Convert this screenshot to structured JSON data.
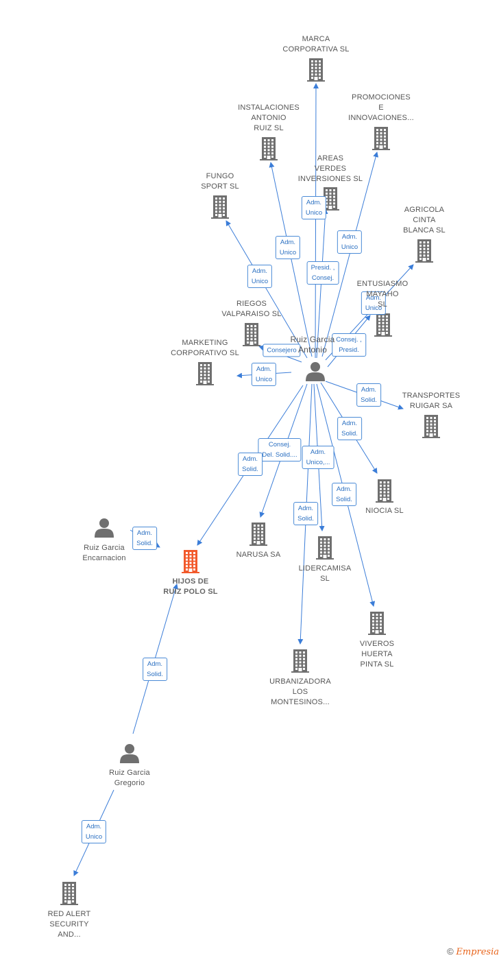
{
  "colors": {
    "edge": "#3b7dd8",
    "building": "#6f6f6f",
    "building_target": "#f25a2c",
    "person": "#6f6f6f"
  },
  "nodes": [
    {
      "id": "marca",
      "type": "company",
      "label_lines": [
        "MARCA",
        "CORPORATIVA SL"
      ]
    },
    {
      "id": "promociones",
      "type": "company",
      "label_lines": [
        "PROMOCIONES",
        "E",
        "INNOVACIONES..."
      ]
    },
    {
      "id": "instalaciones",
      "type": "company",
      "label_lines": [
        "INSTALACIONES",
        "ANTONIO",
        "RUIZ SL"
      ]
    },
    {
      "id": "areas",
      "type": "company",
      "label_lines": [
        "AREAS",
        "VERDES",
        "INVERSIONES SL"
      ]
    },
    {
      "id": "fungo",
      "type": "company",
      "label_lines": [
        "FUNGO",
        "SPORT SL"
      ]
    },
    {
      "id": "agricola",
      "type": "company",
      "label_lines": [
        "AGRICOLA",
        "CINTA",
        "BLANCA SL"
      ]
    },
    {
      "id": "entusiasmo",
      "type": "company",
      "label_lines": [
        "ENTUSIASMO",
        "MAYAHO",
        "SL"
      ]
    },
    {
      "id": "riegos",
      "type": "company",
      "label_lines": [
        "RIEGOS",
        "VALPARAISO SL"
      ]
    },
    {
      "id": "marketing",
      "type": "company",
      "label_lines": [
        "MARKETING",
        "CORPORATIVO SL"
      ]
    },
    {
      "id": "center",
      "type": "person",
      "label_lines": [
        "Ruiz Garcia",
        "Antonio"
      ]
    },
    {
      "id": "transportes",
      "type": "company",
      "label_lines": [
        "TRANSPORTES",
        "RUIGAR SA"
      ]
    },
    {
      "id": "niocia",
      "type": "company",
      "label_lines": [
        "NIOCIA SL"
      ]
    },
    {
      "id": "narusa",
      "type": "company",
      "label_lines": [
        "NARUSA SA"
      ]
    },
    {
      "id": "lidercamisa",
      "type": "company",
      "label_lines": [
        "LIDERCAMISA",
        "SL"
      ]
    },
    {
      "id": "viveros",
      "type": "company",
      "label_lines": [
        "VIVEROS",
        "HUERTA",
        "PINTA SL"
      ]
    },
    {
      "id": "urbanizadora",
      "type": "company",
      "label_lines": [
        "URBANIZADORA",
        "LOS",
        "MONTESINOS..."
      ]
    },
    {
      "id": "hijos",
      "type": "company-target",
      "label_lines": [
        "HIJOS DE",
        "RUIZ POLO SL"
      ]
    },
    {
      "id": "encarnacion",
      "type": "person",
      "label_lines": [
        "Ruiz Garcia",
        "Encarnacion"
      ]
    },
    {
      "id": "gregorio",
      "type": "person",
      "label_lines": [
        "Ruiz Garcia",
        "Gregorio"
      ]
    },
    {
      "id": "redalert",
      "type": "company",
      "label_lines": [
        "RED ALERT",
        "SECURITY",
        "AND..."
      ]
    }
  ],
  "edges": [
    {
      "from": "center",
      "to": "marca",
      "label_lines": [
        "Adm.",
        "Unico"
      ]
    },
    {
      "from": "center",
      "to": "promociones",
      "label_lines": [
        "Adm.",
        "Unico"
      ]
    },
    {
      "from": "center",
      "to": "instalaciones",
      "label_lines": [
        "Adm.",
        "Unico"
      ]
    },
    {
      "from": "center",
      "to": "areas",
      "label_lines": [
        "Presid. ,",
        "Consej."
      ]
    },
    {
      "from": "center",
      "to": "fungo",
      "label_lines": [
        "Adm.",
        "Unico"
      ]
    },
    {
      "from": "center",
      "to": "agricola",
      "label_lines": [
        "Adm.",
        "Unico"
      ]
    },
    {
      "from": "center",
      "to": "entusiasmo",
      "label_lines": [
        "Consej. ,",
        "Presid."
      ]
    },
    {
      "from": "center",
      "to": "riegos",
      "label_lines": [
        "Consejero"
      ]
    },
    {
      "from": "center",
      "to": "marketing",
      "label_lines": [
        "Adm.",
        "Unico"
      ]
    },
    {
      "from": "center",
      "to": "transportes",
      "label_lines": [
        "Adm.",
        "Solid."
      ]
    },
    {
      "from": "center",
      "to": "niocia",
      "label_lines": [
        "Adm.",
        "Solid."
      ]
    },
    {
      "from": "center",
      "to": "narusa",
      "label_lines": [
        "Consej.",
        "Del. Solid...."
      ]
    },
    {
      "from": "center",
      "to": "lidercamisa",
      "label_lines": [
        "Adm.",
        "Unico,..."
      ]
    },
    {
      "from": "center",
      "to": "viveros",
      "label_lines": [
        "Adm.",
        "Solid."
      ]
    },
    {
      "from": "center",
      "to": "urbanizadora",
      "label_lines": [
        "Adm.",
        "Solid."
      ]
    },
    {
      "from": "center",
      "to": "hijos",
      "label_lines": [
        "Adm.",
        "Solid."
      ]
    },
    {
      "from": "encarnacion",
      "to": "hijos",
      "label_lines": [
        "Adm.",
        "Solid."
      ]
    },
    {
      "from": "gregorio",
      "to": "hijos",
      "label_lines": [
        "Adm.",
        "Solid."
      ]
    },
    {
      "from": "gregorio",
      "to": "redalert",
      "label_lines": [
        "Adm.",
        "Unico"
      ]
    }
  ],
  "footer": {
    "copyright": "©",
    "brand": "Empresia"
  }
}
